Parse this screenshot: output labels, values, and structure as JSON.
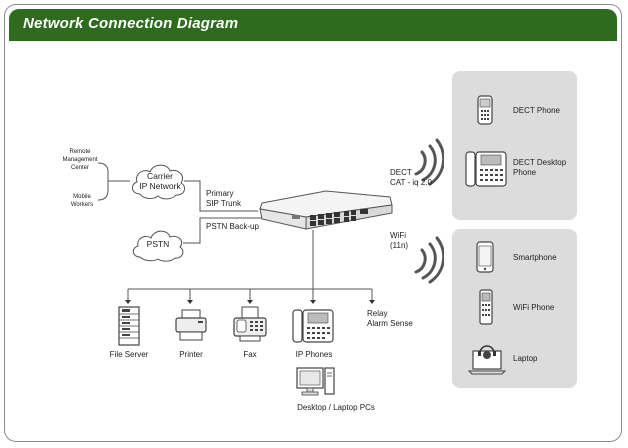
{
  "header": {
    "title": "Network Connection Diagram"
  },
  "left": {
    "remote_center": [
      "Remote",
      "Management",
      "Center"
    ],
    "mobile_workers": [
      "Mobile",
      "Workers"
    ],
    "carrier_cloud": [
      "Carrier",
      "IP Network"
    ],
    "pstn_cloud": "PSTN",
    "primary_sip": [
      "Primary",
      "SIP Trunk"
    ],
    "pstn_backup": "PSTN Back-up"
  },
  "wireless": {
    "dect": [
      "DECT",
      "CAT - iq 2.0"
    ],
    "wifi": [
      "WiFi",
      "(11n)"
    ]
  },
  "dect_panel": {
    "items": [
      {
        "icon": "dect-phone-icon",
        "label": "DECT Phone"
      },
      {
        "icon": "dect-desktop-phone-icon",
        "label": [
          "DECT Desktop",
          "Phone"
        ]
      }
    ]
  },
  "wifi_panel": {
    "items": [
      {
        "icon": "smartphone-icon",
        "label": "Smartphone"
      },
      {
        "icon": "wifi-phone-icon",
        "label": "WiFi Phone"
      },
      {
        "icon": "laptop-icon",
        "label": "Laptop"
      }
    ]
  },
  "bottom": {
    "file_server": "File Server",
    "printer": "Printer",
    "fax": "Fax",
    "ip_phones": "IP Phones",
    "relay": [
      "Relay",
      "Alarm Sense"
    ],
    "desktop": "Desktop / Laptop PCs"
  }
}
